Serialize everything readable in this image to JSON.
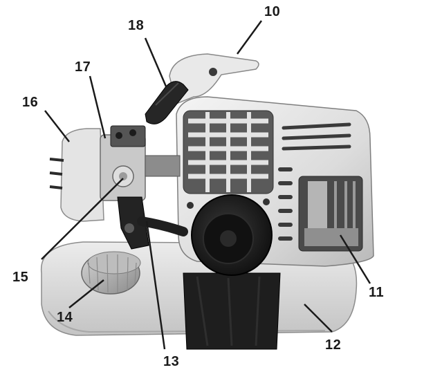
{
  "figure": {
    "labels": {
      "l10": "10",
      "l11": "11",
      "l12": "12",
      "l13": "13",
      "l14": "14",
      "l15": "15",
      "l16": "16",
      "l17": "17",
      "l18": "18"
    },
    "colors": {
      "leader": "#1a1a1a",
      "housing_light": "#ececec",
      "housing_mid": "#cfcfcf",
      "shadow": "#6a6a6a",
      "dark": "#1c1c1c"
    }
  }
}
